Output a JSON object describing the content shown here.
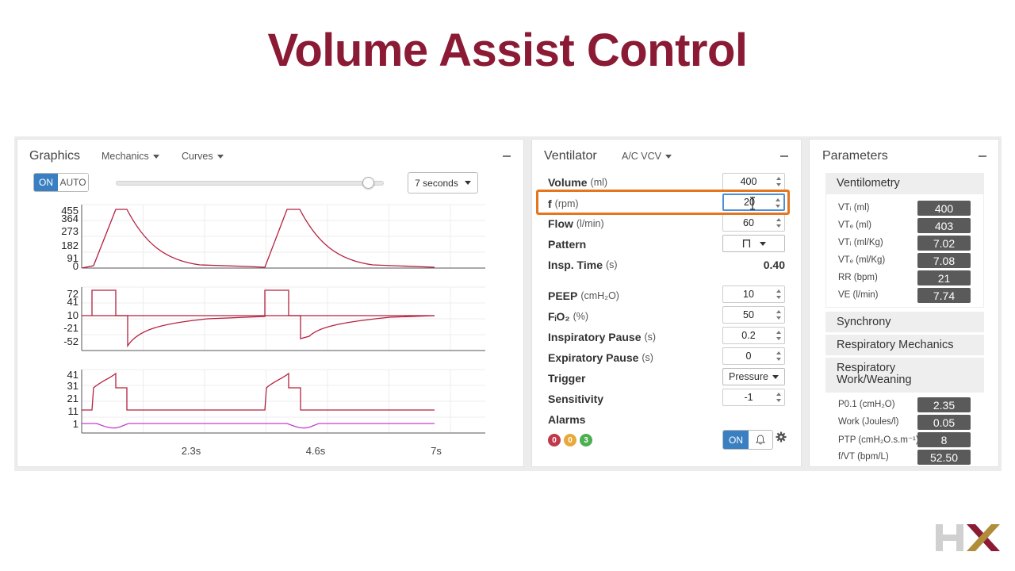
{
  "slide_title": "Volume Assist Control",
  "graphics": {
    "title": "Graphics",
    "menu_mechanics": "Mechanics",
    "menu_curves": "Curves",
    "toggle_on": "ON",
    "toggle_auto": "AUTO",
    "time_window_fraction": 0.94,
    "time_window": "7 seconds",
    "x_ticks": [
      "2.3s",
      "4.6s",
      "7s"
    ],
    "volume_ticks": [
      "455",
      "364",
      "273",
      "182",
      "91",
      "0"
    ],
    "flow_ticks": [
      "72",
      "41",
      "10",
      "-21",
      "-52"
    ],
    "pressure_ticks": [
      "41",
      "31",
      "21",
      "11",
      "1"
    ]
  },
  "ventilator": {
    "title": "Ventilator",
    "mode": "A/C VCV",
    "rows": [
      {
        "label": "Volume",
        "unit": "(ml)",
        "value": "400"
      },
      {
        "label": "f",
        "unit": "(rpm)",
        "value": "20"
      },
      {
        "label": "Flow",
        "unit": "(l/min)",
        "value": "60"
      }
    ],
    "pattern_label": "Pattern",
    "pattern_symbol": "⊓",
    "insp_time_label": "Insp. Time",
    "insp_time_unit": "(s)",
    "insp_time_value": "0.40",
    "rows2": [
      {
        "label": "PEEP",
        "unit": "(cmH₂O)",
        "value": "10"
      },
      {
        "label": "FᵢO₂",
        "unit": "(%)",
        "value": "50"
      },
      {
        "label": "Inspiratory Pause",
        "unit": "(s)",
        "value": "0.2"
      },
      {
        "label": "Expiratory Pause",
        "unit": "(s)",
        "value": "0"
      }
    ],
    "trigger_label": "Trigger",
    "trigger_value": "Pressure",
    "sensitivity_label": "Sensitivity",
    "sensitivity_value": "-1",
    "alarms_label": "Alarms",
    "alarm_counts": [
      "0",
      "0",
      "3"
    ],
    "alarm_colors": [
      "#c0394b",
      "#e8a93a",
      "#4caf50"
    ],
    "alarm_toggle": "ON",
    "icons": [
      "bell-icon",
      "gear-icon"
    ]
  },
  "parameters": {
    "title": "Parameters",
    "ventilometry": "Ventilometry",
    "vent_rows": [
      {
        "label": "VTᵢ (ml)",
        "value": "400"
      },
      {
        "label": "VTₑ (ml)",
        "value": "403"
      },
      {
        "label": "VTᵢ (ml/Kg)",
        "value": "7.02"
      },
      {
        "label": "VTₑ (ml/Kg)",
        "value": "7.08"
      },
      {
        "label": "RR (bpm)",
        "value": "21"
      },
      {
        "label": "VE (l/min)",
        "value": "7.74"
      }
    ],
    "synchrony": "Synchrony",
    "resp_mechanics": "Respiratory Mechanics",
    "work_line1": "Respiratory",
    "work_line2": "Work/Weaning",
    "work_rows": [
      {
        "label": "P0.1 (cmH₂O)",
        "value": "2.35"
      },
      {
        "label": "Work (Joules/l)",
        "value": "0.05"
      },
      {
        "label": "PTP (cmH₂O.s.m⁻¹)",
        "value": "8"
      },
      {
        "label": "f/VT (bpm/L)",
        "value": "52.50"
      }
    ]
  },
  "logo_text": "HX",
  "colors": {
    "accent": "#8b1a35",
    "highlight": "#e4761f",
    "toggle_on": "#3a7fc1",
    "curve": "#b3213f",
    "pressure_low": "#c33fd0"
  }
}
